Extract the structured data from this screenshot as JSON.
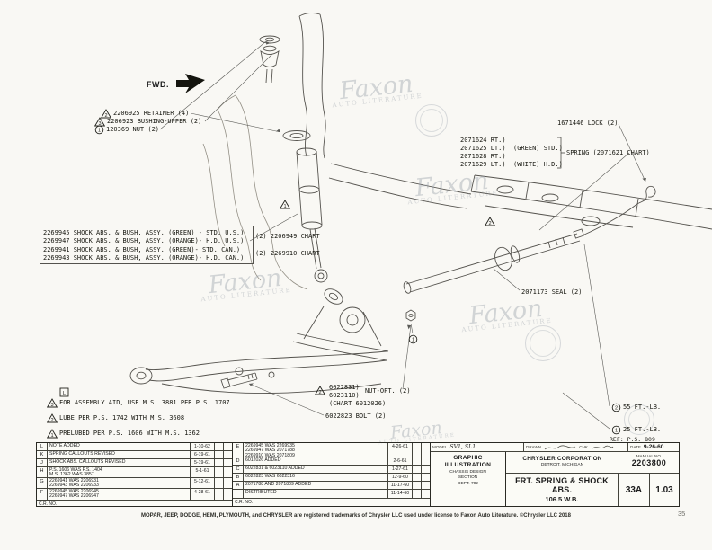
{
  "watermark": {
    "name": "Faxon",
    "subtitle": "AUTO LITERATURE"
  },
  "footer": {
    "trademark_line": "MOPAR, JEEP, DODGE, HEMI, PLYMOUTH, and CHRYSLER are registered trademarks of Chrysler LLC used under license to Faxon Auto Literature. ©Chrysler LLC 2018",
    "page_number": "35"
  },
  "diagram": {
    "fwd_label": "FWD.",
    "upper_callouts": {
      "retainer_marker": "2",
      "retainer": "2206925 RETAINER (4)",
      "bushing_marker": "3",
      "bushing": "2206923 BUSHING-UPPER (2)",
      "nut_marker": "1",
      "nut": "120369 NUT (2)"
    },
    "lock_callout": "1671446 LOCK (2)",
    "spring_callout": {
      "row1": "2071624 RT.)",
      "row2": "2071625 LT.)  (GREEN) STD.)",
      "row3": "2071628 RT.)",
      "row4": "2071629 LT.)  (WHITE) H.D.)",
      "label": "SPRING (2071621 CHART)"
    },
    "shock_callouts": {
      "row1": "2269945 SHOCK ABS. & BUSH, ASSY. (GREEN) - STD. U.S.)",
      "row2": "2269947 SHOCK ABS. & BUSH, ASSY. (ORANGE)- H.D. U.S.)",
      "row3": "2269941 SHOCK ABS. & BUSH, ASSY. (GREEN)- STD. CAN.)",
      "row4": "2269943 SHOCK ABS. & BUSH, ASSY. (ORANGE)- H.D. CAN.)",
      "chart_us": "(2) 2206949 CHART",
      "chart_can": "(2) 2269910 CHART"
    },
    "seal_callout": "2071173 SEAL (2)",
    "nut_callouts": {
      "marker": "2",
      "row1": "6022831)",
      "row2": "6023110)",
      "label": "NUT-OPT. (2)",
      "chart": "(CHART 6012026)",
      "bolt": "6022823 BOLT (2)"
    },
    "notes": {
      "box_label": "L",
      "note3_marker": "3",
      "note3": "FOR ASSEMBLY AID, USE M.S. 3881 PER P.S. 1707",
      "note2_marker": "2",
      "note2": "LUBE PER P.S. 1742 WITH M.S. 3608",
      "note1_marker": "1",
      "note1": "PRELUBED PER P.S. 1606 WITH M.S. 1362"
    },
    "torque": {
      "t55_marker": "2",
      "t55": "55 FT.-LB.",
      "t25_marker": "1",
      "t25": "25 FT.-LB.",
      "ref": "REF: P.S. 809"
    },
    "inline_markers": {
      "shock_tri": "1",
      "bar_tri": "2",
      "nut_circ": "1"
    }
  },
  "title_block": {
    "rev_left": [
      {
        "ltr": "L",
        "desc": "NOTE ADDED",
        "date": "1-10-62"
      },
      {
        "ltr": "K",
        "desc": "SPRING CALLOUTS REVISED",
        "date": "6-19-61"
      },
      {
        "ltr": "J",
        "desc": "SHOCK ABS. CALLOUTS REVISED",
        "date": "5-19-61"
      },
      {
        "ltr": "H",
        "desc": "P.S. 1606 WAS P.S. 1404\nM.S. 1362 WAS 3857",
        "date": "5-1-61"
      },
      {
        "ltr": "G",
        "desc": "2269941 WAS 2206931\n2269943 WAS 2206933",
        "date": "5-12-61"
      },
      {
        "ltr": "F",
        "desc": "2269945 WAS 2206945\n2269947 WAS 2206947",
        "date": "4-28-61"
      }
    ],
    "rev_mid": [
      {
        "ltr": "E",
        "desc": "2269945 WAS 2269935\n2269947 WAS 2071788\n2269910 WAS 2071809",
        "date": "4-26-61"
      },
      {
        "ltr": "D",
        "desc": "6012026 ADDED",
        "date": "2-6-61"
      },
      {
        "ltr": "C",
        "desc": "6022831 & 6023110 ADDED",
        "date": "1-27-61"
      },
      {
        "ltr": "B",
        "desc": "6022823 WAS 6022316",
        "date": "12-9-60"
      },
      {
        "ltr": "A",
        "desc": "2071788 AND 2071809 ADDED",
        "date": "11-17-60"
      },
      {
        "ltr": "",
        "desc": "DISTRIBUTED",
        "date": "11-14-60"
      }
    ],
    "cr_label": "C.R. NO.",
    "model_label": "MODEL",
    "model_value": "SV1, SL1",
    "drawn_label": "DRAWN",
    "checked_label": "CHK.",
    "date_label": "DATE",
    "date_value": "9-26-60",
    "dept_line1": "GRAPHIC",
    "dept_line2": "ILLUSTRATION",
    "dept_line3": "CHASSIS DESIGN",
    "dept_line4": "SECTION",
    "dept_line5": "DEPT. 702",
    "company_line1": "CHRYSLER CORPORATION",
    "company_line2": "DETROIT, MICHIGAN",
    "manual_label": "MANUAL NO.",
    "manual_value": "2203800",
    "title_line1": "FRT. SPRING & SHOCK ABS.",
    "title_line2": "106.5 W.B.",
    "sheet_no": "33A",
    "issue_no": "1.03"
  }
}
